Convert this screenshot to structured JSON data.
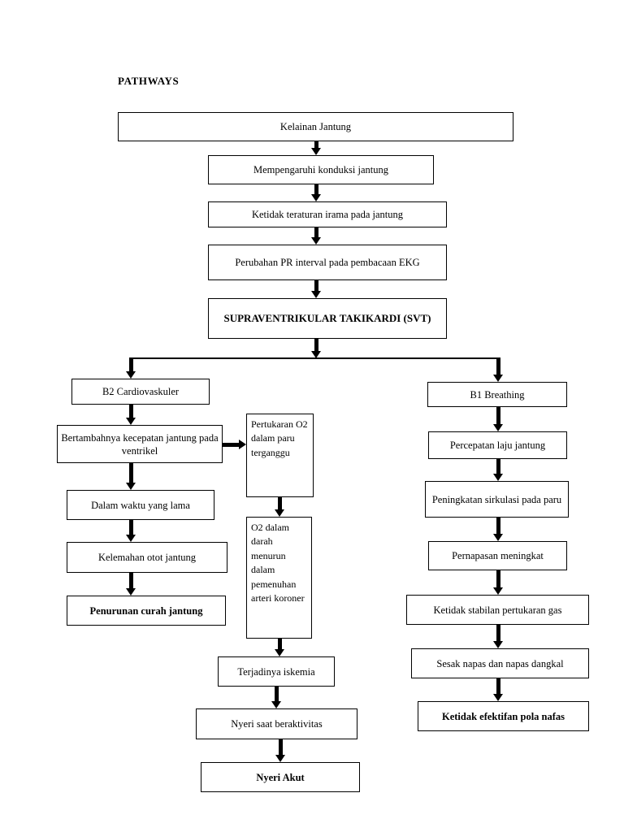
{
  "document": {
    "title": "PATHWAYS"
  },
  "diagram": {
    "type": "flowchart",
    "orientation": "top-down",
    "nodes": [
      {
        "id": "kelainan",
        "label": "Kelainan Jantung",
        "bold": false,
        "column": "trunk"
      },
      {
        "id": "mempengaruhi",
        "label": "Mempengaruhi konduksi jantung",
        "bold": false,
        "column": "trunk"
      },
      {
        "id": "ketidakteraturan",
        "label": "Ketidak teraturan irama pada jantung",
        "bold": false,
        "column": "trunk"
      },
      {
        "id": "perubahan",
        "label": "Perubahan PR interval pada pembacaan EKG",
        "bold": false,
        "column": "trunk"
      },
      {
        "id": "svt",
        "label": "SUPRAVENTRIKULAR TAKIKARDI (SVT)",
        "bold": true,
        "column": "trunk"
      },
      {
        "id": "b2",
        "label": "B2 Cardiovaskuler",
        "bold": false,
        "column": "left"
      },
      {
        "id": "bertambahnya",
        "label": "Bertambahnya kecepatan jantung pada ventrikel",
        "bold": false,
        "column": "left"
      },
      {
        "id": "dalamwaktu",
        "label": "Dalam waktu yang lama",
        "bold": false,
        "column": "left"
      },
      {
        "id": "kelemahan",
        "label": "Kelemahan otot jantung",
        "bold": false,
        "column": "left"
      },
      {
        "id": "penurunan",
        "label": "Penurunan curah jantung",
        "bold": true,
        "column": "left"
      },
      {
        "id": "pertukaran",
        "label": "Pertukaran O2 dalam paru terganggu",
        "bold": false,
        "column": "middle"
      },
      {
        "id": "o2darah",
        "label": "O2 dalam darah menurun dalam pemenuhan arteri koroner",
        "bold": false,
        "column": "middle"
      },
      {
        "id": "iskemia",
        "label": "Terjadinya iskemia",
        "bold": false,
        "column": "middle"
      },
      {
        "id": "nyeriaktivitas",
        "label": "Nyeri saat beraktivitas",
        "bold": false,
        "column": "middle"
      },
      {
        "id": "nyeriakut",
        "label": "Nyeri Akut",
        "bold": true,
        "column": "middle"
      },
      {
        "id": "b1",
        "label": "B1 Breathing",
        "bold": false,
        "column": "right"
      },
      {
        "id": "percepatan",
        "label": "Percepatan laju jantung",
        "bold": false,
        "column": "right"
      },
      {
        "id": "peningkatan",
        "label": "Peningkatan sirkulasi pada paru",
        "bold": false,
        "column": "right"
      },
      {
        "id": "pernapasan",
        "label": "Pernapasan meningkat",
        "bold": false,
        "column": "right"
      },
      {
        "id": "ketidakstabilan",
        "label": "Ketidak stabilan pertukaran gas",
        "bold": false,
        "column": "right"
      },
      {
        "id": "sesaknapas",
        "label": "Sesak napas dan napas dangkal",
        "bold": false,
        "column": "right"
      },
      {
        "id": "polanafas",
        "label": "Ketidak efektifan pola nafas",
        "bold": true,
        "column": "right"
      }
    ],
    "edges": [
      {
        "from": "kelainan",
        "to": "mempengaruhi"
      },
      {
        "from": "mempengaruhi",
        "to": "ketidakteraturan"
      },
      {
        "from": "ketidakteraturan",
        "to": "perubahan"
      },
      {
        "from": "perubahan",
        "to": "svt"
      },
      {
        "from": "svt",
        "to": "b2"
      },
      {
        "from": "svt",
        "to": "b1"
      },
      {
        "from": "b2",
        "to": "bertambahnya"
      },
      {
        "from": "bertambahnya",
        "to": "dalamwaktu"
      },
      {
        "from": "bertambahnya",
        "to": "pertukaran"
      },
      {
        "from": "dalamwaktu",
        "to": "kelemahan"
      },
      {
        "from": "kelemahan",
        "to": "penurunan"
      },
      {
        "from": "pertukaran",
        "to": "o2darah"
      },
      {
        "from": "o2darah",
        "to": "iskemia"
      },
      {
        "from": "iskemia",
        "to": "nyeriaktivitas"
      },
      {
        "from": "nyeriaktivitas",
        "to": "nyeriakut"
      },
      {
        "from": "b1",
        "to": "percepatan"
      },
      {
        "from": "percepatan",
        "to": "peningkatan"
      },
      {
        "from": "peningkatan",
        "to": "pernapasan"
      },
      {
        "from": "pernapasan",
        "to": "ketidakstabilan"
      },
      {
        "from": "ketidakstabilan",
        "to": "sesaknapas"
      },
      {
        "from": "sesaknapas",
        "to": "polanafas"
      }
    ],
    "colors": {
      "box_border": "#000000",
      "box_fill": "#ffffff",
      "arrow": "#000000",
      "text": "#000000",
      "page_background": "#ffffff"
    }
  }
}
